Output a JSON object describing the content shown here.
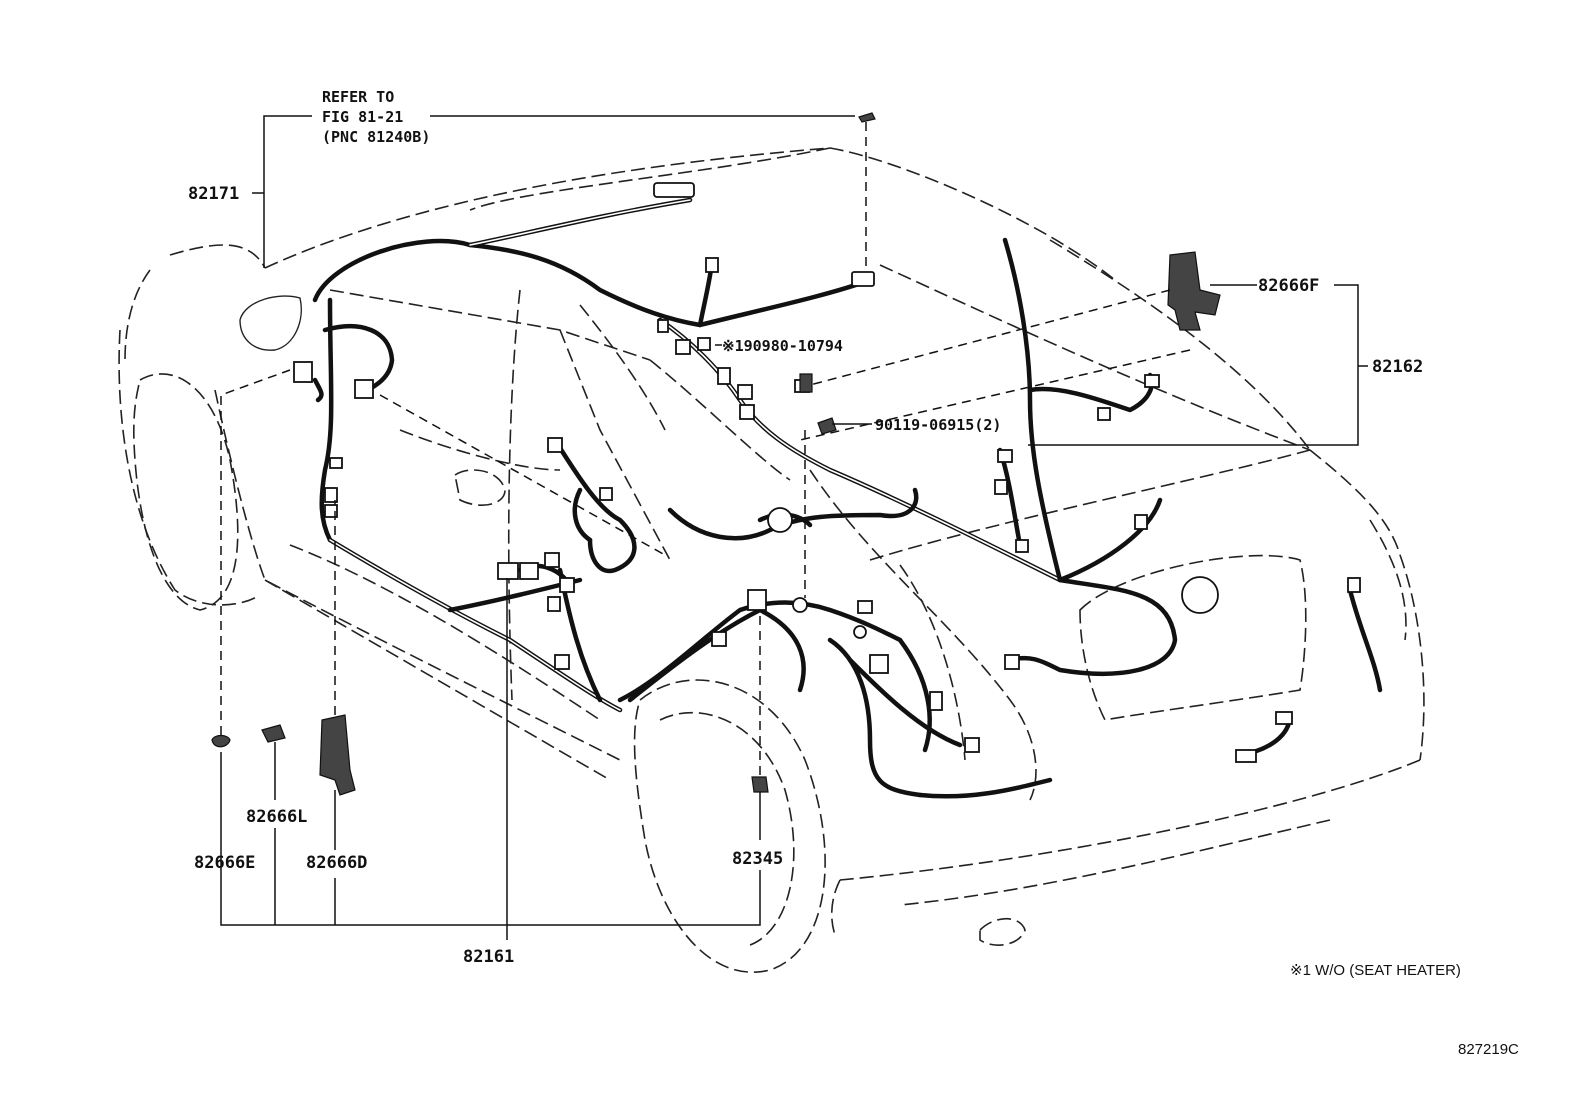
{
  "refer": {
    "line1": "REFER TO",
    "line2": "FIG 81-21",
    "line3": "(PNC 81240B)"
  },
  "callouts": {
    "p82171": "82171",
    "p82666F": "82666F",
    "p82162": "82162",
    "p190980": "※190980-10794",
    "p90119": "90119-06915(2)",
    "p82666L": "82666L",
    "p82666E": "82666E",
    "p82666D": "82666D",
    "p82345": "82345",
    "p82161": "82161"
  },
  "footnote": "※1  W/O (SEAT HEATER)",
  "figure_id": "827219C"
}
